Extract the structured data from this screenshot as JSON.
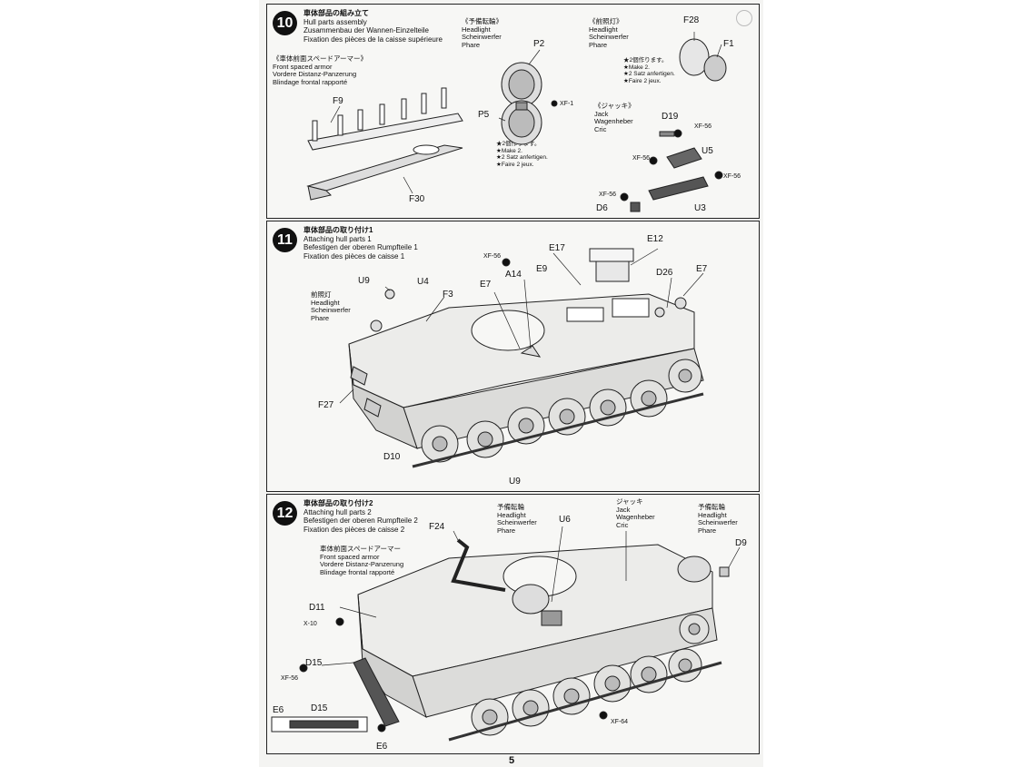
{
  "page_number": "5",
  "step10": {
    "number": "10",
    "title": [
      "車体部品の組み立て",
      "Hull parts assembly",
      "Zusammenbau der Wannen-Einzelteile",
      "Fixation des pièces de la caisse supérieure"
    ],
    "front_armor": [
      "《車体前面スペードアーマー》",
      "Front spaced armor",
      "Vordere Distanz-Panzerung",
      "Blindage frontal rapporté"
    ],
    "spare_wheel": [
      "《予備転輪》",
      "Headlight",
      "Scheinwerfer",
      "Phare"
    ],
    "headlight": [
      "《前照灯》",
      "Headlight",
      "Scheinwerfer",
      "Phare"
    ],
    "make2_a": [
      "★2個作ります。",
      "★Make 2.",
      "★2 Satz anfertigen.",
      "★Faire 2 jeux."
    ],
    "make2_b": [
      "★2個作ります。",
      "★Make 2.",
      "★2 Satz anfertigen.",
      "★Faire 2 jeux."
    ],
    "jack": [
      "《ジャッキ》",
      "Jack",
      "Wagenheber",
      "Cric"
    ],
    "parts": {
      "F9": "F9",
      "F30": "F30",
      "P2": "P2",
      "P5": "P5",
      "XF1": "XF-1",
      "F28": "F28",
      "F1": "F1",
      "D19": "D19",
      "XF56a": "XF-56",
      "XF56b": "XF-56",
      "U5": "U5",
      "XF56c": "XF-56",
      "XF56d": "XF-56",
      "D6": "D6",
      "U3": "U3"
    }
  },
  "step11": {
    "number": "11",
    "title": [
      "車体部品の取り付け1",
      "Attaching hull parts 1",
      "Befestigen der oberen Rumpfteile 1",
      "Fixation des pièces de caisse 1"
    ],
    "headlight": [
      "前照灯",
      "Headlight",
      "Scheinwerfer",
      "Phare"
    ],
    "parts": {
      "XF56": "XF-56",
      "E17": "E17",
      "E12": "E12",
      "A14": "A14",
      "E9": "E9",
      "E7a": "E7",
      "D26": "D26",
      "E7b": "E7",
      "U9a": "U9",
      "U4": "U4",
      "F3": "F3",
      "F27": "F27",
      "D10": "D10",
      "U9b": "U9"
    }
  },
  "step12": {
    "number": "12",
    "title": [
      "車体部品の取り付け2",
      "Attaching hull parts 2",
      "Befestigen der oberen Rumpfteile 2",
      "Fixation des pièces de caisse 2"
    ],
    "front_armor": [
      "車体前面スペードアーマー",
      "Front spaced armor",
      "Vordere Distanz-Panzerung",
      "Blindage frontal rapporté"
    ],
    "spare_wheel_a": [
      "予備転輪",
      "Headlight",
      "Scheinwerfer",
      "Phare"
    ],
    "jack": [
      "ジャッキ",
      "Jack",
      "Wagenheber",
      "Cric"
    ],
    "spare_wheel_b": [
      "予備転輪",
      "Headlight",
      "Scheinwerfer",
      "Phare"
    ],
    "parts": {
      "F24": "F24",
      "U6": "U6",
      "D9": "D9",
      "D11": "D11",
      "X10": "X-10",
      "D15a": "D15",
      "XF56": "XF-56",
      "E6a": "E6",
      "D15b": "D15",
      "E6b": "E6",
      "XF64": "XF-64"
    }
  }
}
